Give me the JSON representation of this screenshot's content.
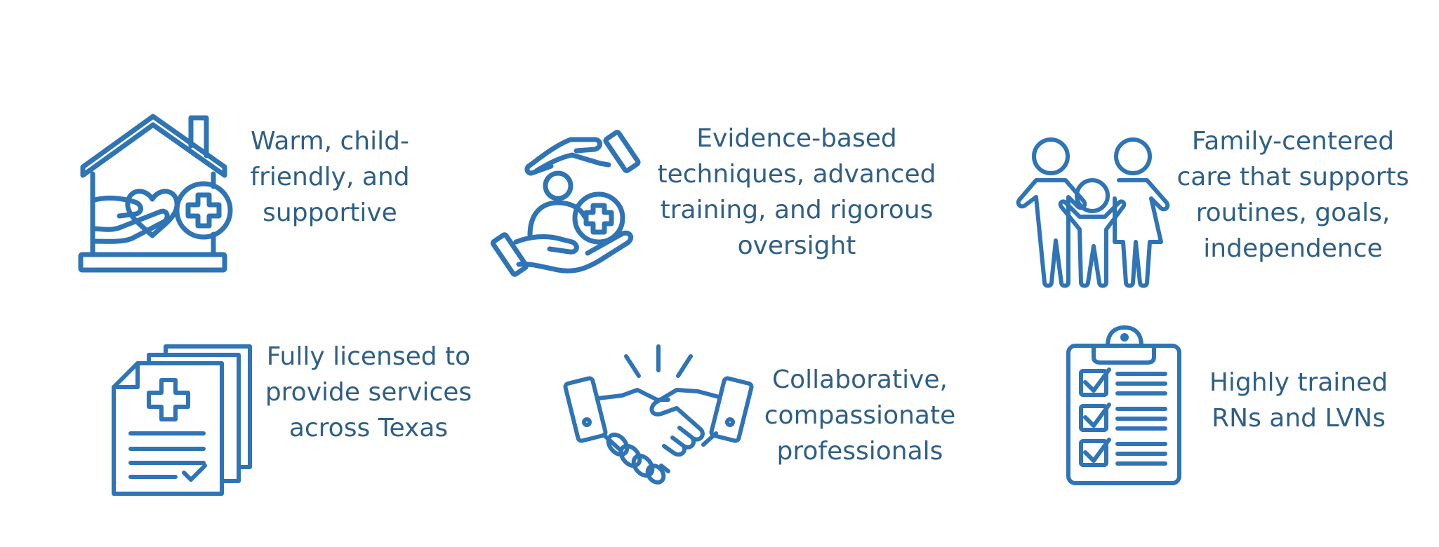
{
  "theme": {
    "icon_color": "#2f74b5",
    "text_color": "#2f5f86"
  },
  "features": [
    {
      "icon": "house-care-icon",
      "lines": [
        "Warm, child-",
        "friendly, and",
        "supportive"
      ]
    },
    {
      "icon": "hands-care-icon",
      "lines": [
        "Evidence-based",
        "techniques, advanced",
        "training, and rigorous",
        "oversight"
      ]
    },
    {
      "icon": "family-icon",
      "lines": [
        "Family-centered",
        "care that supports",
        "routines, goals,",
        "independence"
      ]
    },
    {
      "icon": "medical-documents-icon",
      "lines": [
        "Fully licensed to",
        "provide services",
        "across Texas"
      ]
    },
    {
      "icon": "handshake-icon",
      "lines": [
        "Collaborative,",
        "compassionate",
        "professionals"
      ]
    },
    {
      "icon": "clipboard-checklist-icon",
      "lines": [
        "Highly trained",
        "RNs and LVNs"
      ]
    }
  ]
}
